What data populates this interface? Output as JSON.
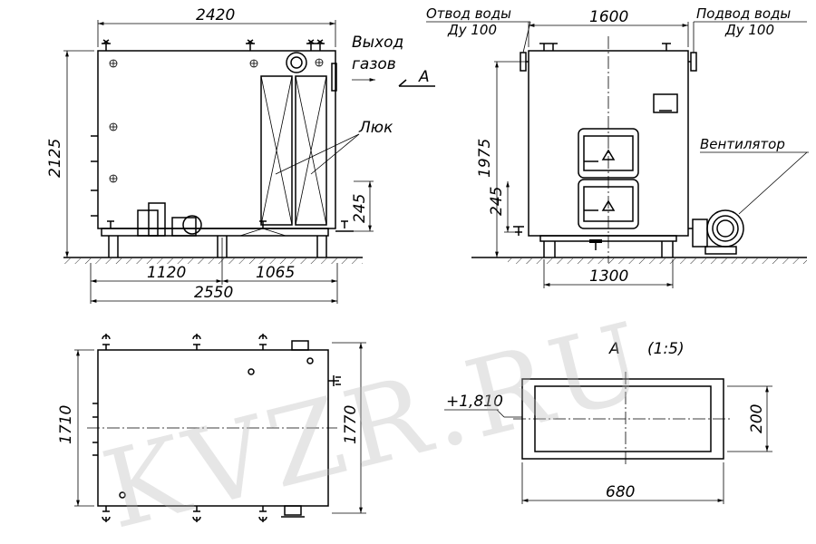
{
  "watermark": "KVZR.RU",
  "front_view": {
    "dim_width_top": "2420",
    "dim_height": "2125",
    "dim_base_left": "1120",
    "dim_base_right": "1065",
    "dim_total": "2550",
    "dim_elev": "245",
    "label_gas_exit_1": "Выход",
    "label_gas_exit_2": "газов",
    "label_view_a": "А",
    "label_hatch": "Люк"
  },
  "side_view": {
    "label_water_out_1": "Отвод воды",
    "label_water_out_2": "Ду 100",
    "label_water_in_1": "Подвод воды",
    "label_water_in_2": "Ду 100",
    "dim_width_top": "1600",
    "dim_height": "1975",
    "dim_elev": "245",
    "dim_base": "1300",
    "label_fan": "Вентилятор"
  },
  "plan_view": {
    "dim_left": "1710",
    "dim_right": "1770"
  },
  "detail_a": {
    "title": "А",
    "scale": "(1:5)",
    "elevation": "+1,810",
    "dim_height": "200",
    "dim_width": "680"
  }
}
